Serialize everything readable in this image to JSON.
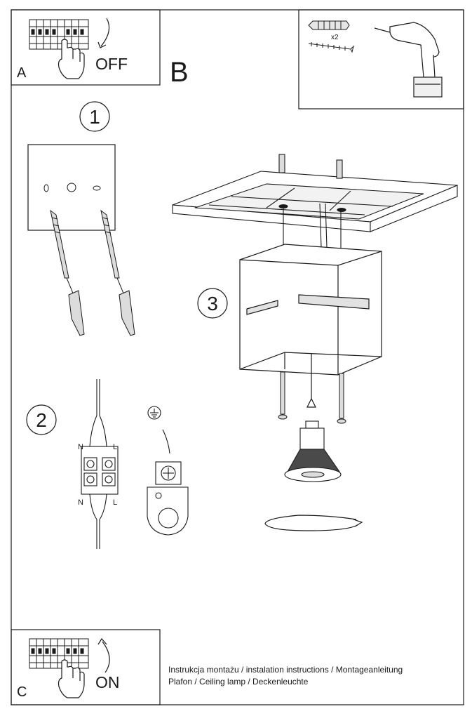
{
  "panel_a": {
    "letter": "A",
    "action": "OFF"
  },
  "section_b": {
    "letter": "B"
  },
  "tools": {
    "quantity": "x2"
  },
  "steps": [
    {
      "number": "1"
    },
    {
      "number": "2"
    },
    {
      "number": "3"
    }
  ],
  "terminal_labels": {
    "n_top": "N",
    "l_top": "L",
    "n_bottom": "N",
    "l_bottom": "L"
  },
  "panel_c": {
    "letter": "C",
    "action": "ON"
  },
  "caption": {
    "line1": "Instrukcja montażu / instalation instructions / Montageanleitung",
    "line2": "Plafon / Ceiling lamp / Deckenleuchte"
  }
}
